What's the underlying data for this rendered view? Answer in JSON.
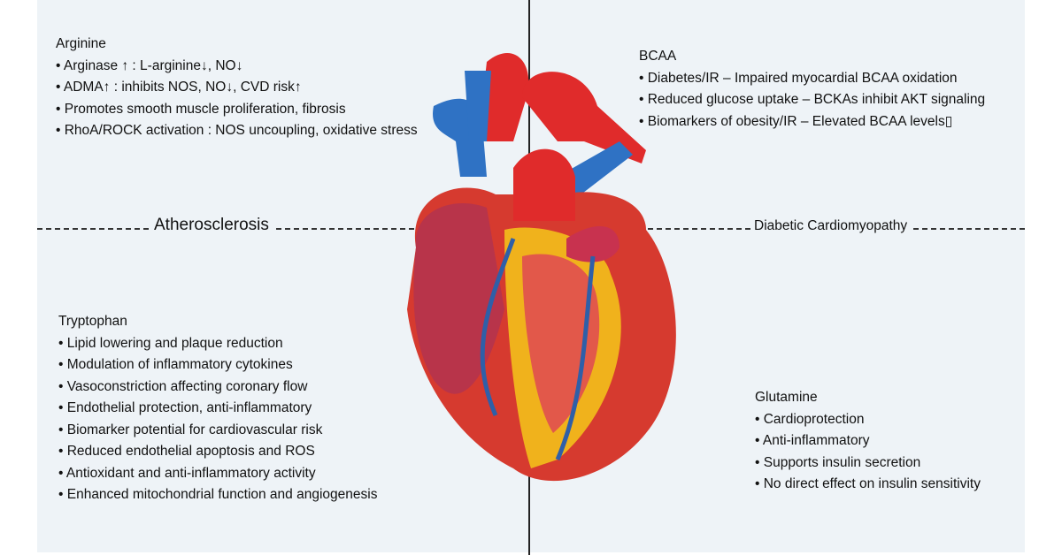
{
  "arginine": {
    "title": "Arginine",
    "items": [
      "Arginase ↑ :  L-arginine↓,  NO↓",
      "ADMA↑ : inhibits NOS,  NO↓,  CVD risk↑",
      "Promotes smooth muscle proliferation, fibrosis",
      "RhoA/ROCK activation : NOS uncoupling, oxidative stress"
    ]
  },
  "bcaa": {
    "title": "BCAA",
    "items": [
      "Diabetes/IR – Impaired myocardial BCAA oxidation",
      "Reduced glucose uptake – BCKAs inhibit AKT signaling",
      "Biomarkers of obesity/IR – Elevated BCAA levels▯"
    ]
  },
  "tryptophan": {
    "title": "Tryptophan",
    "items": [
      "Lipid lowering and plaque reduction",
      "Modulation of inflammatory cytokines",
      "Vasoconstriction affecting coronary flow",
      "Endothelial protection, anti-inflammatory",
      "Biomarker potential for cardiovascular risk",
      "Reduced endothelial apoptosis and ROS",
      "Antioxidant and anti-inflammatory activity",
      "Enhanced mitochondrial function and angiogenesis"
    ]
  },
  "glutamine": {
    "title": "Glutamine",
    "items": [
      "Cardioprotection",
      "Anti-inflammatory",
      "Supports insulin secretion",
      "No direct effect on insulin sensitivity"
    ]
  },
  "axes": {
    "left": "Atherosclerosis",
    "right": "Diabetic Cardiomyopathy"
  }
}
